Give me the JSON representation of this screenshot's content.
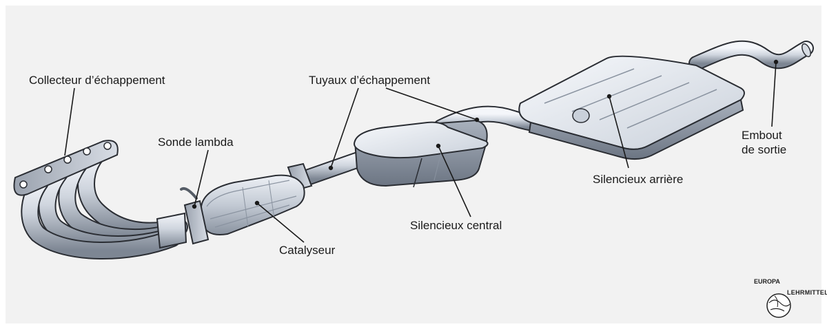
{
  "diagram": {
    "labels": {
      "collecteur": "Collecteur d’échappement",
      "sonde": "Sonde lambda",
      "catalyseur": "Catalyseur",
      "tuyaux": "Tuyaux d’échappement",
      "silencieux_central": "Silencieux central",
      "silencieux_arriere": "Silencieux arrière",
      "embout": "Embout de sortie"
    }
  },
  "logo": {
    "top": "EUROPA",
    "side": "LEHRMITTEL"
  },
  "colors": {
    "background": "#f2f2f2",
    "metal_light": "#e8ecf2",
    "metal_mid": "#b9c1cc",
    "metal_dark": "#6f7886",
    "outline": "#2a2d33"
  }
}
